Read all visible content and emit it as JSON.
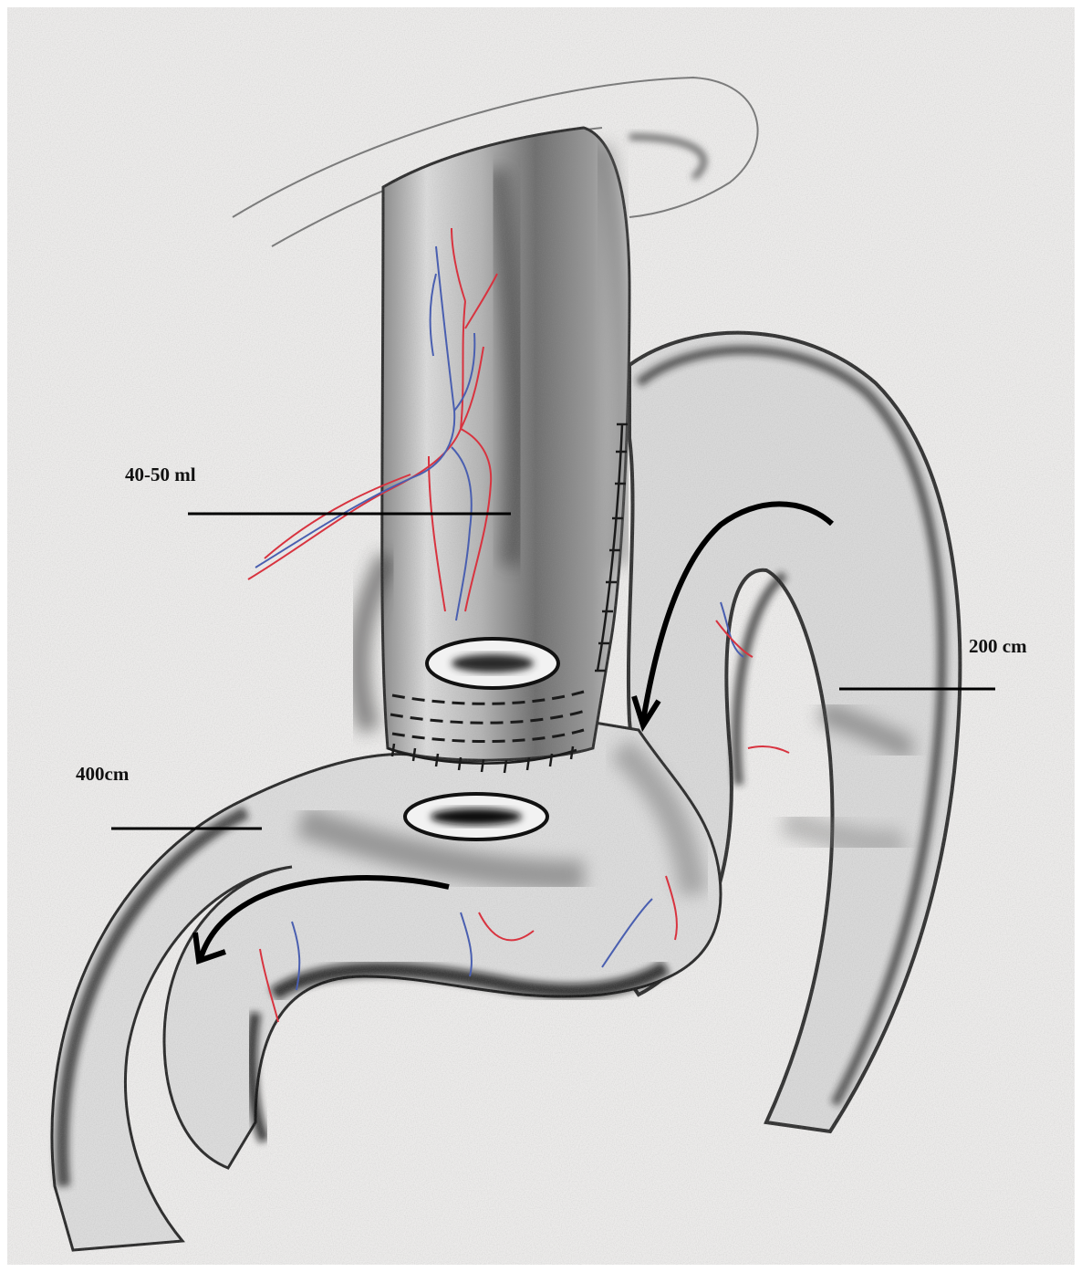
{
  "labels": {
    "pouch_volume": "40-50 ml",
    "biliopancreatic_limb": "200 cm",
    "common_channel": "400cm"
  },
  "colors": {
    "paper": "#ecebea",
    "graphite": "#2b2b2b",
    "artery": "#d8333f",
    "vein": "#4a5fb0",
    "leader_line": "#000000"
  }
}
